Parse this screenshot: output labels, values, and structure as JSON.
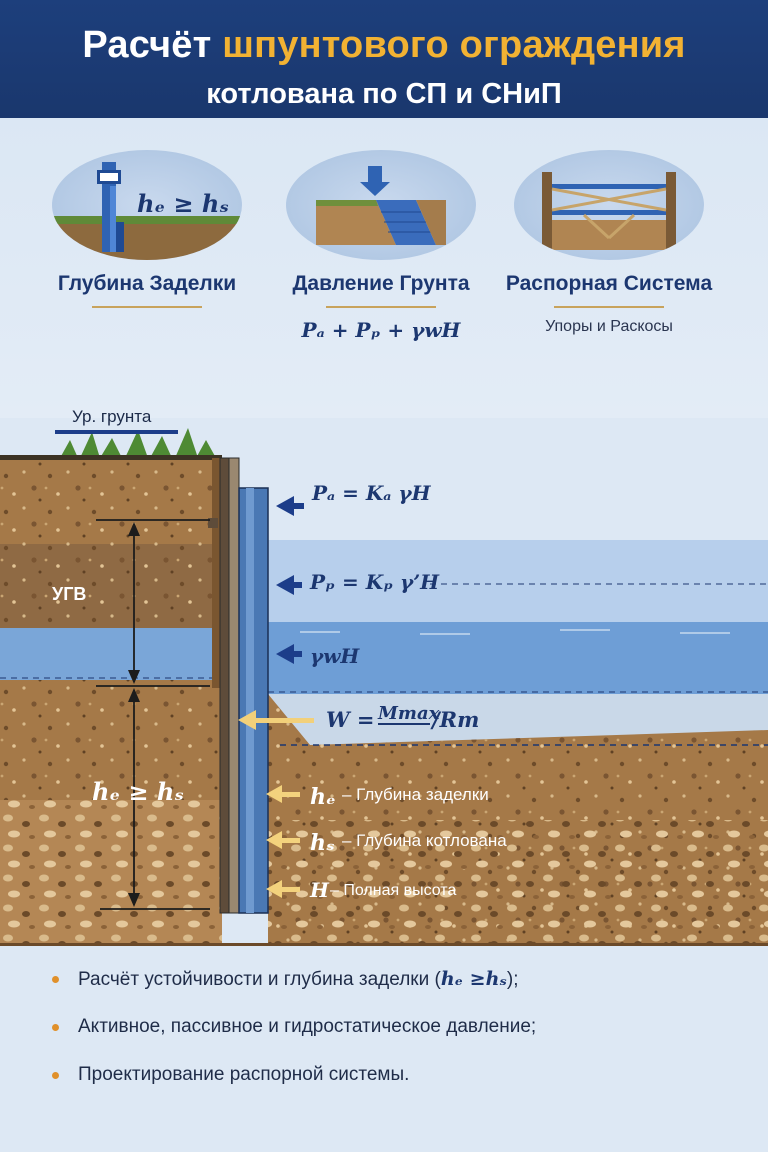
{
  "header": {
    "title_part1": "Расчёт ",
    "title_part2": "шпунтового ограждения",
    "title_line2": "котлована по СП и СНиП"
  },
  "cards": [
    {
      "title": "Глубина Заделки",
      "icon": "embedment-depth-icon",
      "icon_formula": "hₑ ≥ hₛ",
      "subtitle": ""
    },
    {
      "title": "Давление Грунта",
      "icon": "soil-pressure-icon",
      "icon_formula": "",
      "subtitle": "Pₐ + Pₚ + γwH"
    },
    {
      "title": "Распорная Система",
      "icon": "strut-system-icon",
      "icon_formula": "",
      "subtitle": "Упоры и Раскосы"
    }
  ],
  "diagram": {
    "ground_level_label": "Ур. грунта",
    "water_label": "УГВ",
    "embed_label": "hₑ ≥ hₛ",
    "formulas": {
      "active": "Pₐ = Kₐ γH",
      "passive": "Pₚ = Kₚ γ’H",
      "hydro": "γwH",
      "w_lhs": "W =",
      "w_num": "Mmax",
      "w_den": "/Rm"
    },
    "legend": [
      {
        "symbol": "hₑ",
        "text": "– Глубина заделки"
      },
      {
        "symbol": "hₛ",
        "text": "– Глубина котлована"
      },
      {
        "symbol": "H",
        "text": "– Полная высота"
      }
    ]
  },
  "bullets": [
    {
      "text": "Расчёт устойчивости и глубина заделки (",
      "formula": "hₑ ≥hₛ",
      "tail": ");"
    },
    {
      "text": "Активное, пассивное и гидростатическое давление;",
      "formula": "",
      "tail": ""
    },
    {
      "text": "Проектирование распорной системы.",
      "formula": "",
      "tail": ""
    }
  ],
  "colors": {
    "header_bg": "#1d3f7c",
    "accent": "#f2b233",
    "navy": "#1c3770",
    "water": "#6e9ed6",
    "soil": "#a87a48",
    "bullet": "#e0902a"
  }
}
